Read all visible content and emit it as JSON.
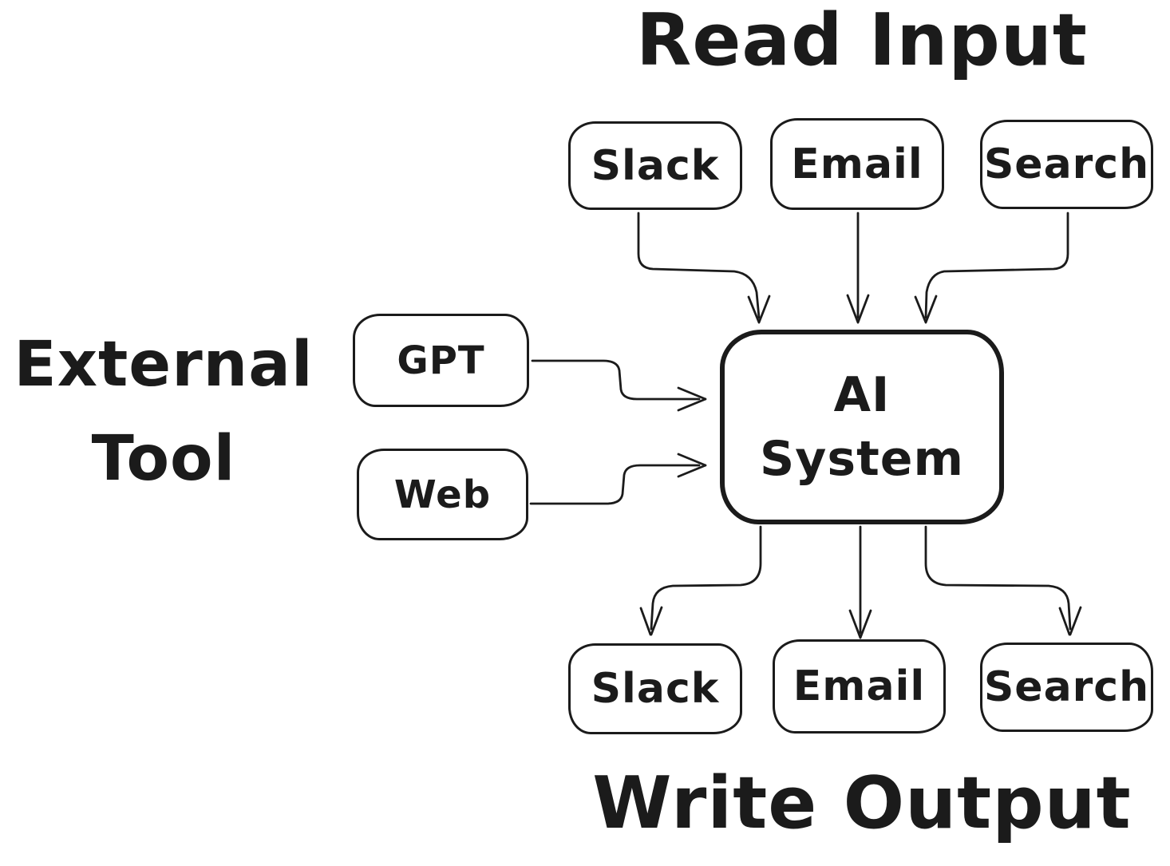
{
  "titles": {
    "read_input": "Read Input",
    "external_tool_line1": "External",
    "external_tool_line2": "Tool",
    "write_output": "Write Output"
  },
  "nodes": {
    "input_slack": "Slack",
    "input_email": "Email",
    "input_search": "Search",
    "tool_gpt": "GPT",
    "tool_web": "Web",
    "ai_line1": "AI",
    "ai_line2": "System",
    "output_slack": "Slack",
    "output_email": "Email",
    "output_search": "Search"
  },
  "colors": {
    "ink": "#1b1b1b",
    "background": "#ffffff"
  }
}
